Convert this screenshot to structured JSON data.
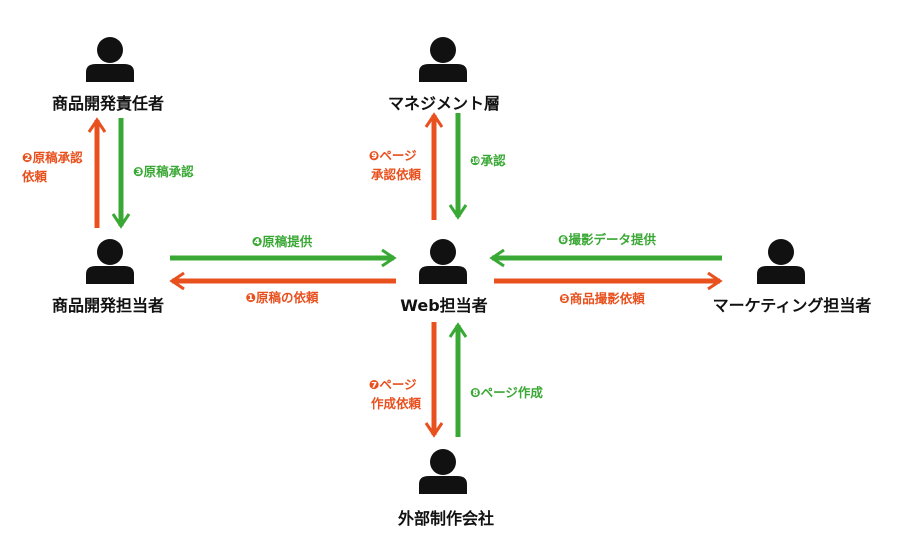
{
  "colors": {
    "request": "#e8501e",
    "response": "#3aa835",
    "person": "#111111"
  },
  "nodes": {
    "product_manager": {
      "label": "商品開発責任者",
      "icon": "person-icon"
    },
    "management": {
      "label": "マネジメント層",
      "icon": "person-icon"
    },
    "product_dev": {
      "label": "商品開発担当者",
      "icon": "person-icon"
    },
    "web": {
      "label": "Web担当者",
      "icon": "person-icon"
    },
    "marketing": {
      "label": "マーケティング担当者",
      "icon": "person-icon"
    },
    "agency": {
      "label": "外部制作会社",
      "icon": "person-icon"
    }
  },
  "edges": {
    "e1": {
      "num": "❶",
      "lines": [
        "原稿の依頼"
      ],
      "color": "request"
    },
    "e2": {
      "num": "❷",
      "lines": [
        "原稿承認",
        "依頼"
      ],
      "color": "request"
    },
    "e3": {
      "num": "❸",
      "lines": [
        "原稿承認"
      ],
      "color": "response"
    },
    "e4": {
      "num": "❹",
      "lines": [
        "原稿提供"
      ],
      "color": "response"
    },
    "e5": {
      "num": "❺",
      "lines": [
        "商品撮影依頼"
      ],
      "color": "request"
    },
    "e6": {
      "num": "❻",
      "lines": [
        "撮影データ提供"
      ],
      "color": "response"
    },
    "e7": {
      "num": "❼",
      "lines": [
        "ページ",
        "作成依頼"
      ],
      "color": "request"
    },
    "e8": {
      "num": "❽",
      "lines": [
        "ページ作成"
      ],
      "color": "response"
    },
    "e9": {
      "num": "❾",
      "lines": [
        "ページ",
        "承認依頼"
      ],
      "color": "request"
    },
    "e10": {
      "num": "❿",
      "lines": [
        "承認"
      ],
      "color": "response"
    }
  }
}
